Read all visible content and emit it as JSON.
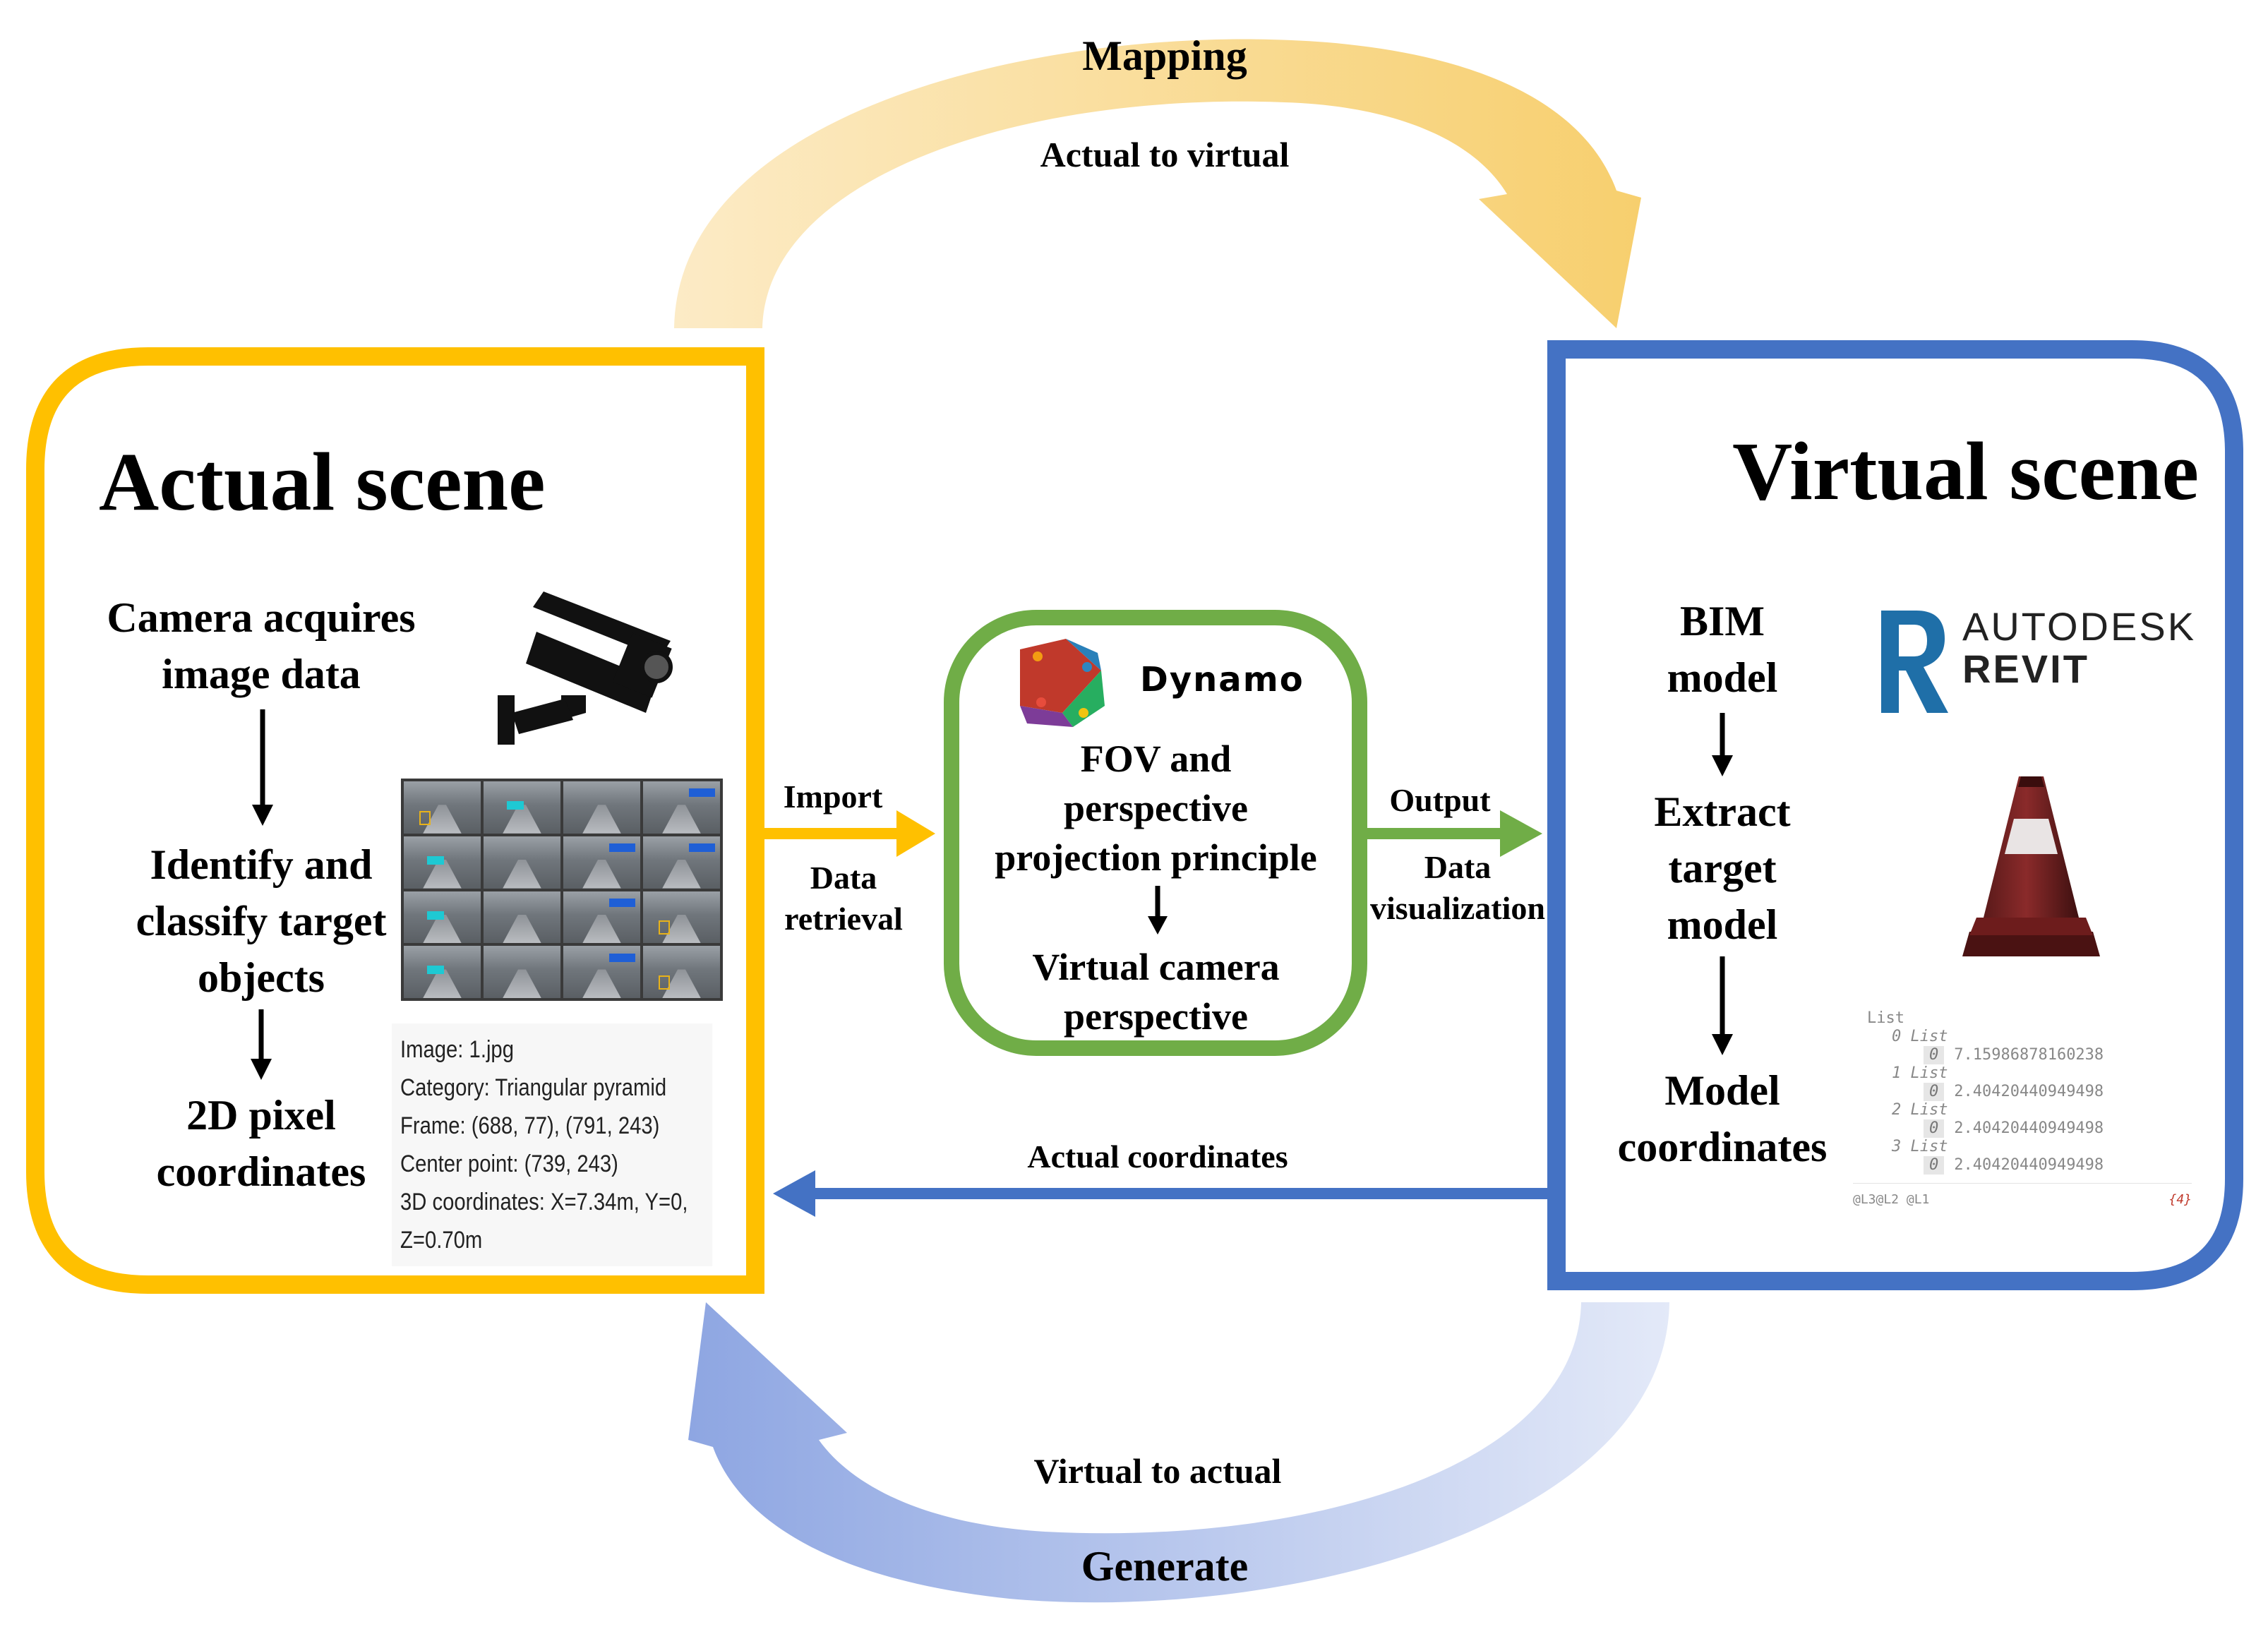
{
  "cycle": {
    "top_title": "Mapping",
    "top_sub": "Actual to virtual",
    "bottom_title": "Generate",
    "bottom_sub": "Virtual to actual"
  },
  "actual": {
    "title": "Actual scene",
    "step1": [
      "Camera acquires",
      "image data"
    ],
    "step2": [
      "Identify and",
      "classify target",
      "objects"
    ],
    "step3": [
      "2D pixel",
      "coordinates"
    ],
    "detection": {
      "image": "Image: 1.jpg",
      "category": "Category: Triangular pyramid",
      "frame": "Frame: (688, 77), (791, 243)",
      "center": "Center point: (739, 243)",
      "coords3d": "3D coordinates: X=7.34m, Y=0, Z=0.70m"
    }
  },
  "dynamo": {
    "name": "Dynamo",
    "principle": [
      "FOV and",
      "perspective",
      "projection principle"
    ],
    "result": [
      "Virtual camera",
      "perspective"
    ]
  },
  "links": {
    "import": "Import",
    "data_retrieval": [
      "Data",
      "retrieval"
    ],
    "output": "Output",
    "data_visualization": [
      "Data",
      "visualization"
    ],
    "actual_coordinates": "Actual coordinates"
  },
  "virtual": {
    "title": "Virtual scene",
    "step1": [
      "BIM",
      "model"
    ],
    "step2": [
      "Extract",
      "target",
      "model"
    ],
    "step3": [
      "Model",
      "coordinates"
    ],
    "revit_line1": "AUTODESK",
    "revit_line2": "REVIT",
    "dynamo_list": {
      "header": "List",
      "items": [
        {
          "group": "0 List",
          "index": "0",
          "value": "7.15986878160238"
        },
        {
          "group": "1 List",
          "index": "0",
          "value": "2.40420440949498"
        },
        {
          "group": "2 List",
          "index": "0",
          "value": "2.40420440949498"
        },
        {
          "group": "3 List",
          "index": "0",
          "value": "2.40420440949498"
        }
      ],
      "footer_left": "@L3@L2 @L1",
      "footer_right": "{4}"
    }
  },
  "colors": {
    "actual_border": "#FFC000",
    "virtual_border": "#4472C4",
    "dynamo_border": "#70AD47",
    "top_arc": "#F9D98A",
    "bottom_arc": "#9DB3E8"
  }
}
